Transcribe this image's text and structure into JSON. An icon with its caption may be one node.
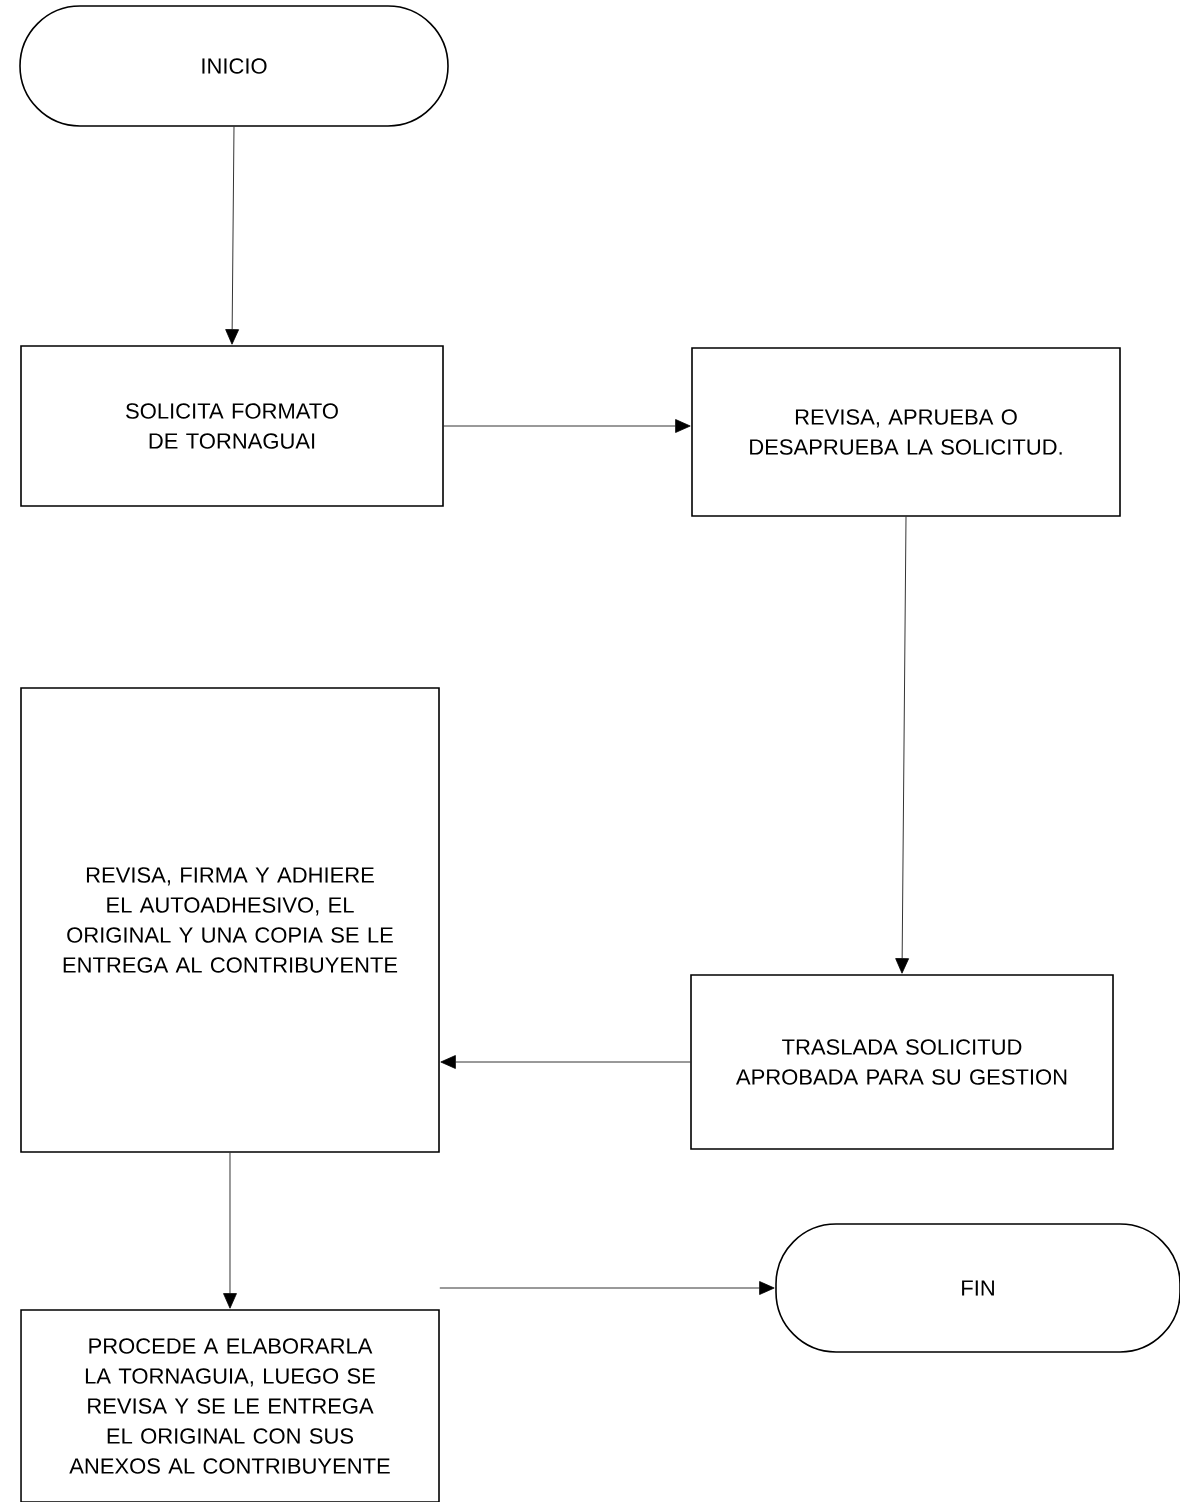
{
  "diagram": {
    "nodes": [
      {
        "text": [
          "INICIO"
        ]
      },
      {
        "text": [
          "SOLICITA FORMATO DE TORNAGUAI"
        ]
      },
      {
        "text": [
          "REVISA, APRUEBA O DESAPRUEBA LA SOLICITUD."
        ]
      },
      {
        "text": [
          "TRASLADA SOLICITUD APROBADA PARA SU GESTION"
        ]
      },
      {
        "text": [
          "REVISA, FIRMA Y ADHIERE EL AUTOADHESIVO, EL ORIGINAL Y UNA COPIA SE LE ENTREGA AL CONTRIBUYENTE"
        ]
      },
      {
        "text": [
          "PROCEDE A ELABORARLA LA TORNAGUIA, LUEGO SE REVISA Y SE LE ENTREGA EL ORIGINAL CON SUS ANEXOS AL CONTRIBUYENTE"
        ]
      },
      {
        "text": [
          "FIN"
        ]
      }
    ],
    "edges": [
      {
        "from": 0,
        "to": 1,
        "arrow": "to"
      },
      {
        "from": 1,
        "to": 2,
        "arrow": "to"
      },
      {
        "from": 2,
        "to": 3,
        "arrow": "to"
      },
      {
        "from": 3,
        "to": 4,
        "arrow": "to"
      },
      {
        "from": 4,
        "to": 5,
        "arrow": "to"
      },
      {
        "from": 5,
        "to": 6,
        "arrow": "to"
      }
    ]
  }
}
